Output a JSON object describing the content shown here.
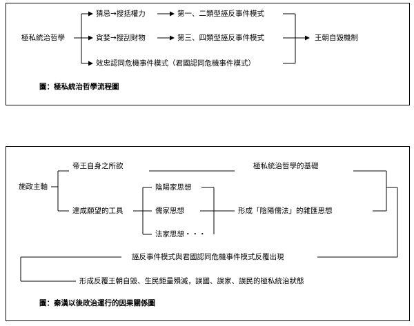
{
  "diagram1": {
    "root": "極私統治哲學",
    "row1_step1": "猜忌→搜括權力",
    "row1_step2": "第一、二類型誣反事件模式",
    "row2_step1": "貪婪→搜刮財物",
    "row2_step2": "第三、四類型誣反事件模式",
    "row3": "效忠認同危機事件模式（君國認同危機事件模式）",
    "result": "王朝自毀機制",
    "caption": "圖：極私統治哲學流程圖"
  },
  "diagram2": {
    "root": "施政主軸",
    "desire": "帝王自身之所欲",
    "foundation": "極私統治哲學的基礎",
    "tools": "達成願望的工具",
    "thought1": "陰陽家思想",
    "thought2": "儒家思想",
    "thought3": "法家思想・・・",
    "forms": "形成「陰陽儒法」的雜匯思想",
    "recurring": "誣反事件模式與君國認同危機事件模式反覆出現",
    "outcome": "形成反覆王朝自毀、生民鉅量殞滅，誤國、誤家、誤民的極私統治狀態",
    "caption": "圖：秦漢以後政治運行的因果關係圖"
  }
}
